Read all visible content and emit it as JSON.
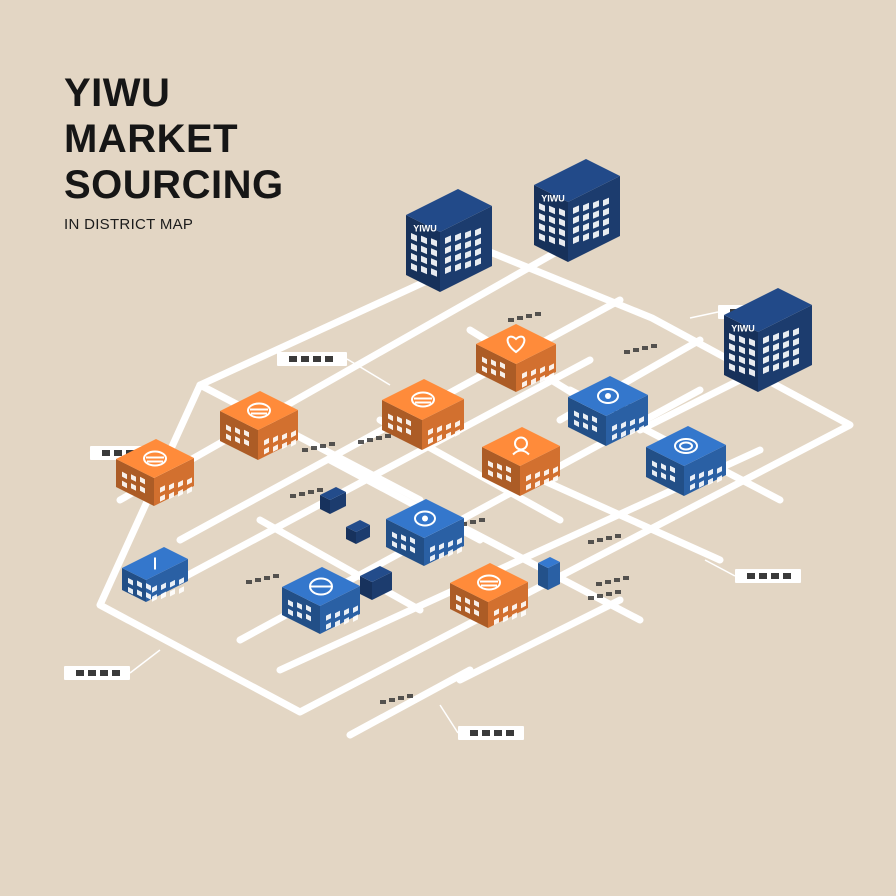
{
  "title_lines": [
    "YIWU",
    "MARKET",
    "SOURCING"
  ],
  "subtitle": "IN DISTRICT MAP",
  "colors": {
    "background": "#e3d6c4",
    "road": "#ffffff",
    "navy_building": "#1d3f74",
    "blue_building": "#2c65ad",
    "orange_building": "#dd7631",
    "label_fill": "#ffffff",
    "glyph": "#3a3a3a"
  },
  "buildings": [
    {
      "name": "tall-navy-yiwu-west",
      "style": "navy",
      "sign": "YIWU"
    },
    {
      "name": "tall-navy-yiwu-north",
      "style": "navy",
      "sign": "YIWU"
    },
    {
      "name": "tall-navy-yiwu-east",
      "style": "navy",
      "sign": "YIWU"
    },
    {
      "name": "orange-market-top",
      "style": "orange",
      "icon": "heart-icon"
    },
    {
      "name": "orange-market-center",
      "style": "orange",
      "icon": "basket-icon"
    },
    {
      "name": "orange-market-west",
      "style": "orange",
      "icon": "bag-icon"
    },
    {
      "name": "orange-market-far-west",
      "style": "orange",
      "icon": "coins-icon"
    },
    {
      "name": "orange-market-mid",
      "style": "orange",
      "icon": "person-icon"
    },
    {
      "name": "orange-market-south",
      "style": "orange",
      "icon": "coins-icon"
    },
    {
      "name": "blue-market-east",
      "style": "blue",
      "icon": "bell-icon"
    },
    {
      "name": "blue-market-far-east",
      "style": "blue",
      "icon": "ring-icon"
    },
    {
      "name": "blue-market-center",
      "style": "blue",
      "icon": "gear-icon"
    },
    {
      "name": "blue-market-south",
      "style": "blue",
      "icon": "globe-icon"
    },
    {
      "name": "blue-tower-west",
      "style": "blue",
      "icon": "tower-icon"
    }
  ],
  "label_tags": [
    "north-east-tag",
    "north-west-tag",
    "west-tag",
    "south-west-tag",
    "south-tag",
    "east-tag"
  ]
}
